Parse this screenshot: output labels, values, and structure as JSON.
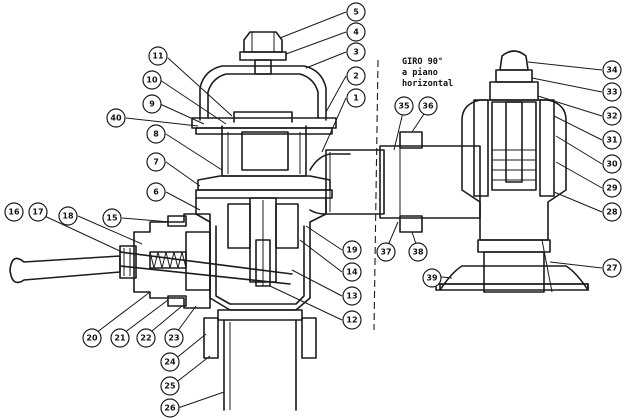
{
  "note": {
    "line1": "GIRO 90°",
    "line2": "a piano",
    "line3": "horizontal"
  },
  "callouts": [
    "1",
    "2",
    "3",
    "4",
    "5",
    "6",
    "7",
    "8",
    "9",
    "10",
    "11",
    "12",
    "13",
    "14",
    "15",
    "16",
    "17",
    "18",
    "19",
    "20",
    "21",
    "22",
    "23",
    "24",
    "25",
    "26",
    "27",
    "28",
    "29",
    "30",
    "31",
    "32",
    "33",
    "34",
    "35",
    "36",
    "37",
    "38",
    "39",
    "40"
  ]
}
